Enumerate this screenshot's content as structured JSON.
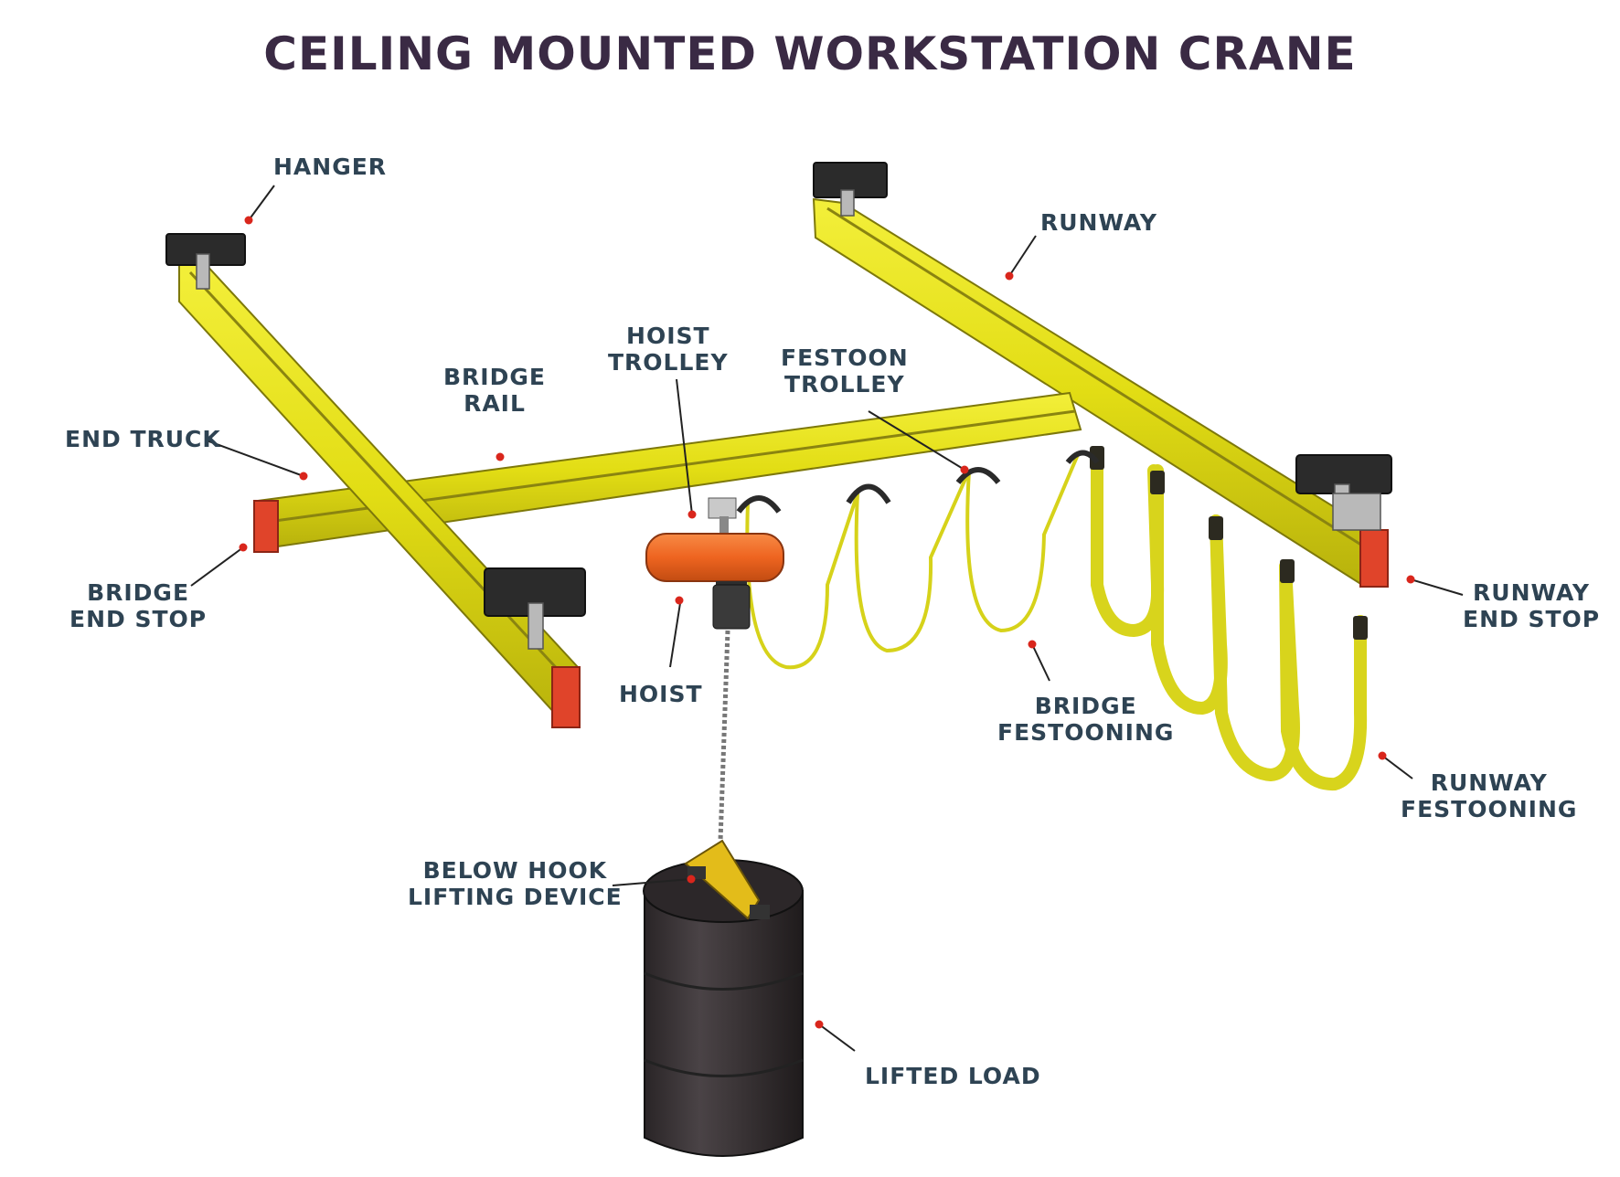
{
  "title": "CEILING MOUNTED WORKSTATION CRANE",
  "labels": {
    "hanger": [
      "HANGER"
    ],
    "runway": [
      "RUNWAY"
    ],
    "hoist_trolley": [
      "HOIST",
      "TROLLEY"
    ],
    "festoon_trolley": [
      "FESTOON",
      "TROLLEY"
    ],
    "bridge_rail": [
      "BRIDGE",
      "RAIL"
    ],
    "end_truck": [
      "END TRUCK"
    ],
    "bridge_end_stop": [
      "BRIDGE",
      "END STOP"
    ],
    "hoist": [
      "HOIST"
    ],
    "runway_end_stop": [
      "RUNWAY",
      "END STOP"
    ],
    "bridge_festooning": [
      "BRIDGE",
      "FESTOONING"
    ],
    "runway_festooning": [
      "RUNWAY",
      "FESTOONING"
    ],
    "below_hook_lifting_device": [
      "BELOW HOOK",
      "LIFTING DEVICE"
    ],
    "lifted_load": [
      "LIFTED LOAD"
    ]
  },
  "colors": {
    "title": "#3a2a44",
    "label_text": "#2e4353",
    "rail_yellow": "#e8e31a",
    "end_stop_red": "#e0442a",
    "hoist_orange": "#f06a23",
    "hanger_black": "#2a2a2a",
    "drum": "#3a3537",
    "leader_dot": "#d9261c"
  }
}
